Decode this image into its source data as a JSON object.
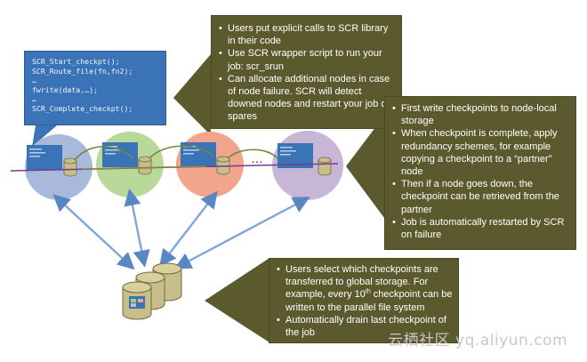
{
  "code_box": {
    "lines": [
      "SCR_Start_checkpt();",
      "SCR_Route_file(fn,fn2);",
      "…",
      "fwrite(data,…);",
      "…",
      "SCR_Complete_checkpt();"
    ]
  },
  "callout_top": {
    "items": [
      "Users put explicit calls to SCR library in their code",
      "Use SCR wrapper script to run your job: scr_srun",
      "Can allocate additional nodes in case of node failure. SCR will detect downed nodes and restart your job on spares"
    ]
  },
  "callout_right": {
    "items": [
      "First write checkpoints to node-local storage",
      "When checkpoint is complete, apply redundancy schemes, for example copying a checkpoint to a “partner” node",
      "Then if a node goes down, the checkpoint can be retrieved from the partner",
      "Job is automatically restarted by SCR on failure"
    ]
  },
  "callout_bottom": {
    "item1": "Users select which checkpoints are transferred to global storage. For example, every 10",
    "item1_sup": "th",
    "item1_end": " checkpoint can be written to the parallel file system",
    "item2": "Automatically drain last checkpoint of the job"
  },
  "diagram": {
    "ellipsis": "…"
  },
  "watermark": "云栖社区 yq.aliyun.com",
  "colors": {
    "callout": "#5b5a2e",
    "code_box": "#3a74b7",
    "node_blue": "#a9b9dc",
    "node_green": "#b9d99b",
    "node_orange": "#f2a58b",
    "node_purple": "#c7b6d6",
    "arrow": "#7fa6d8",
    "drum": "#c8be8a"
  }
}
